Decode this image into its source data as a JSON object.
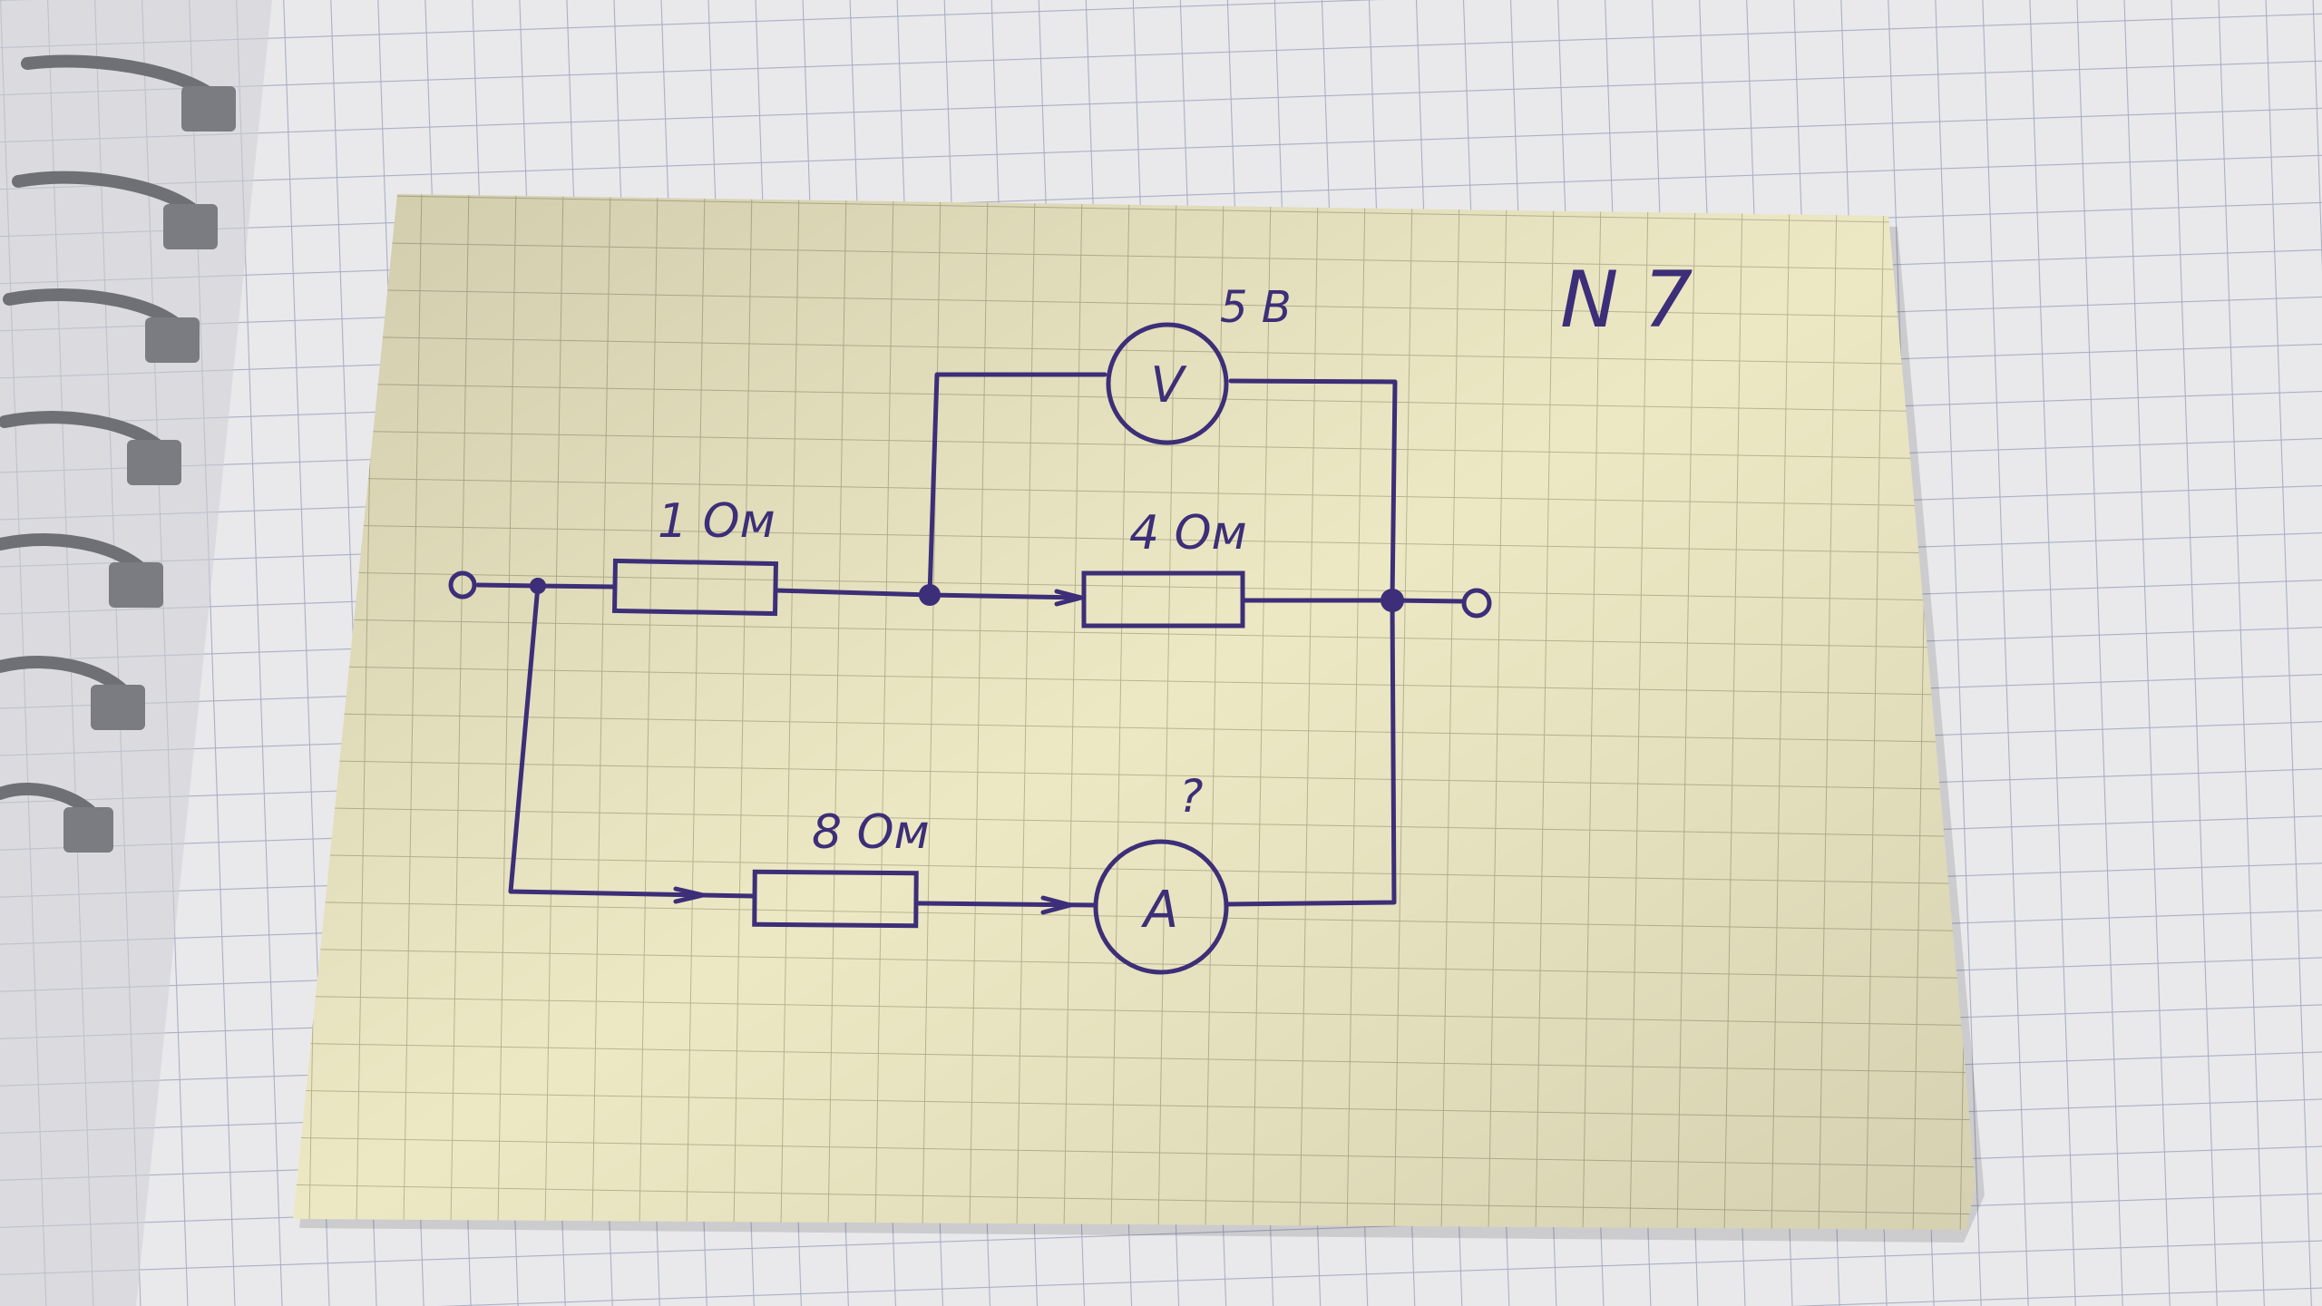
{
  "problem_number": "N 7",
  "labels": {
    "voltmeter_reading": "5 В",
    "voltmeter_symbol": "V",
    "ammeter_reading": "?",
    "ammeter_symbol": "A",
    "resistor_1": "1 Ом",
    "resistor_2": "4 Ом",
    "resistor_3": "8 Ом"
  },
  "colors": {
    "ink": "#3c2e78",
    "paper": "#ede8c4",
    "paper_grid": "#b9b493",
    "background_sheet": "#e9e9ec",
    "background_grid": "#a9afc4"
  },
  "icons": {
    "binding": "spiral-binding-icon",
    "voltmeter": "voltmeter-symbol-icon",
    "ammeter": "ammeter-symbol-icon",
    "resistor": "resistor-symbol-icon",
    "terminal": "terminal-circle-icon"
  }
}
